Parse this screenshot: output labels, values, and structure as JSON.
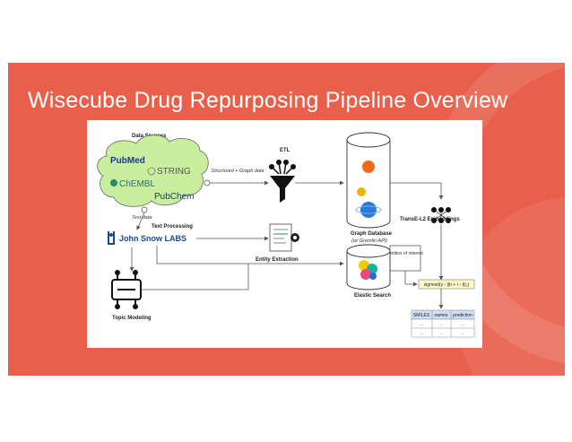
{
  "slide": {
    "title": "Wisecube Drug Repurposing Pipeline Overview",
    "colors": {
      "band": "#e8604c",
      "panel": "#ffffff",
      "cloud": "#c8ee9e"
    }
  },
  "diagram": {
    "data_sources_label": "Data Sources",
    "sources": {
      "pubmed": "PubMed",
      "string": "STRING",
      "chembl": "ChEMBL",
      "pubchem": "PubChem"
    },
    "structured_label": "Structured + Graph data",
    "etl_label": "ETL",
    "text_data_label": "Text data",
    "text_processing_label": "Text Processing",
    "john_snow_labs": "John Snow LABS",
    "entity_extraction_label": "Entity Extraction",
    "graph_db_label": "Graph Database",
    "graph_db_sub": "(w/ Gremlin API)",
    "elastic_label": "Elastic Search",
    "topic_modeling_label": "Topic Modeling",
    "transe_label": "TransE-L2 Embeddings",
    "entities_label": "Entities of interest",
    "formula": "sigmoid(γ - ||h + r - t||₂)",
    "table": {
      "headers": [
        "SMILES",
        "names",
        "prediction"
      ],
      "rows": [
        [
          "...",
          "...",
          "..."
        ],
        [
          "...",
          "...",
          "..."
        ]
      ]
    }
  }
}
